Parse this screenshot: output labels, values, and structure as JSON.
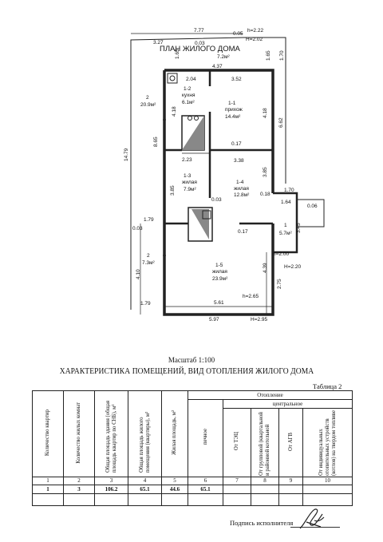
{
  "plan": {
    "title": "ПЛАН ЖИЛОГО ДОМА",
    "rooms": [
      {
        "id": "1-2",
        "name": "кухня",
        "area": "6.1м²"
      },
      {
        "id": "1-1",
        "name": "прихож",
        "area": "14.4м²"
      },
      {
        "id": "1-3",
        "name": "жилая",
        "area": "7.9м²"
      },
      {
        "id": "1-4",
        "name": "жилая",
        "area": "12.8м²"
      },
      {
        "id": "1-5",
        "name": "жилая",
        "area": "23.9м²"
      },
      {
        "id": "2",
        "name": "",
        "area": "20.9м²"
      },
      {
        "id": "2",
        "name": "",
        "area": "7.3м²"
      },
      {
        "id": "",
        "name": "",
        "area": "7.2м²"
      },
      {
        "id": "1",
        "name": "",
        "area": "5.7м²"
      }
    ],
    "dimensions": {
      "d777": "7.77",
      "d005": "0.05",
      "h222": "h=2.22",
      "H202": "H=2.02",
      "d327": "3.27",
      "d003a": "0.03",
      "d165a": "1.65",
      "d165b": "1.65",
      "d170a": "1.70",
      "d437": "4.37",
      "d204": "2.04",
      "d352": "3.52",
      "d418a": "4.18",
      "d418b": "4.18",
      "d865": "8.65",
      "d662": "6.62",
      "d1479": "14.79",
      "d223": "2.23",
      "d017a": "0.17",
      "d338": "3.38",
      "d385a": "3.85",
      "d385b": "3.85",
      "d003b": "0.03",
      "d170b": "1.70",
      "d164": "1.64",
      "d006": "0.06",
      "d018": "0.18",
      "d345": "3.45",
      "d179a": "1.79",
      "d003c": "0.03",
      "d017b": "0.17",
      "h200": "h=2.00",
      "H220": "H=2.20",
      "d410": "4.10",
      "d439": "4.39",
      "d275": "2.75",
      "h265": "h=2.65",
      "d179b": "1.79",
      "d561": "5.61",
      "d597": "5.97",
      "H295": "H=2.95"
    }
  },
  "scale": "Масштаб 1:100",
  "heading": "ХАРАКТЕРИСТИКА ПОМЕЩЕНИЙ, ВИД ОТОПЛЕНИЯ ЖИЛОГО ДОМА",
  "table_label": "Таблица 2",
  "table": {
    "group_heating": "Отопление",
    "group_central": "центральное",
    "headers": [
      "Количество квартир",
      "Количество жилых комнат",
      "Общая площадь здания (общая площадь квартир по СНБ), м²",
      "Общая площадь жилого помещения (квартиры), м²",
      "Жилая площадь, м²",
      "печное",
      "От ТЭЦ",
      "От групповой (квартальной и районной котельной",
      "От АГВ",
      "От индивидуальных отопительных устройств (котлов) на твердом топливе"
    ],
    "numbers": [
      "1",
      "2",
      "3",
      "4",
      "5",
      "6",
      "7",
      "8",
      "9",
      "10"
    ],
    "values": [
      "1",
      "3",
      "106.2",
      "65.1",
      "44.6",
      "65.1",
      "",
      "",
      "",
      ""
    ]
  },
  "signature_label": "Подпись исполнителя"
}
